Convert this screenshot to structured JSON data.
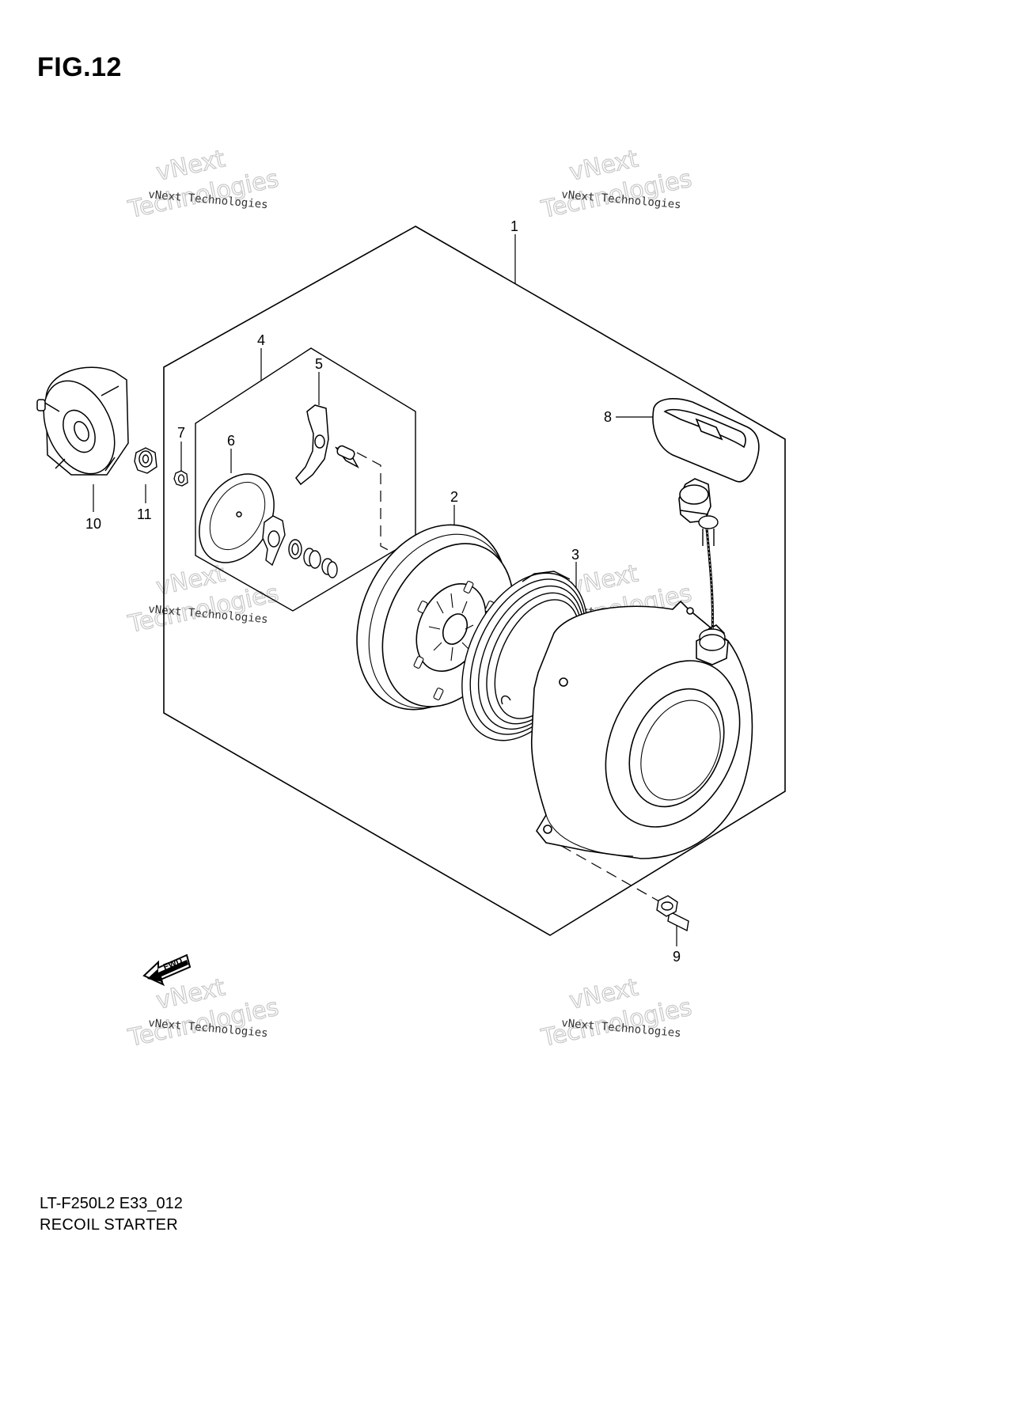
{
  "figure": {
    "title": "FIG.12",
    "model_code": "LT-F250L2 E33_012",
    "name": "RECOIL STARTER"
  },
  "callouts": [
    "1",
    "2",
    "3",
    "4",
    "5",
    "6",
    "7",
    "8",
    "9",
    "10",
    "11"
  ],
  "fwd_label": "FWD",
  "watermark": {
    "small": "vNext Technologies",
    "big_top": "vNext",
    "big_bottom": "Technologies"
  }
}
